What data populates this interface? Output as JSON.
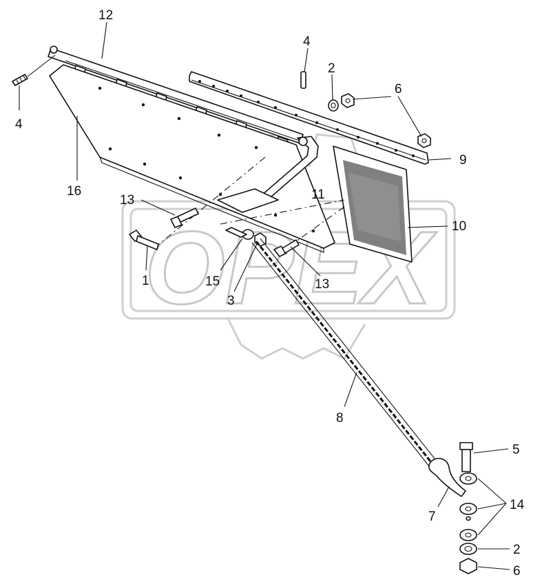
{
  "watermark": {
    "text": "OPEX"
  },
  "callouts": {
    "c1": "1",
    "c2a": "2",
    "c2b": "2",
    "c3": "3",
    "c4a": "4",
    "c4b": "4",
    "c5": "5",
    "c6a": "6",
    "c6b": "6",
    "c7": "7",
    "c8": "8",
    "c9": "9",
    "c10": "10",
    "c11": "11",
    "c12": "12",
    "c13a": "13",
    "c13b": "13",
    "c14": "14",
    "c15": "15",
    "c16": "16"
  }
}
